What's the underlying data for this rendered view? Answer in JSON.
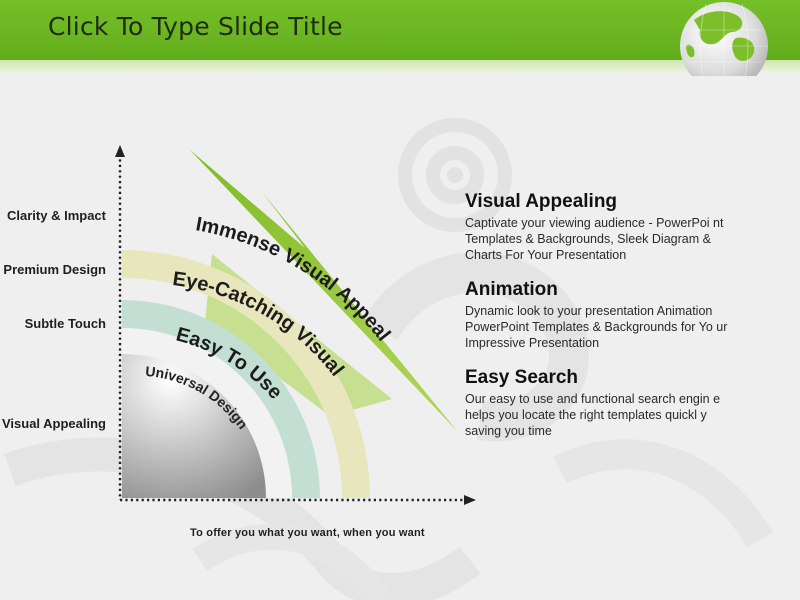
{
  "slide": {
    "title": "Click To Type Slide Title"
  },
  "diagram": {
    "y_axis_labels": [
      "Clarity & Impact",
      "Premium Design",
      "Subtle Touch",
      "Visual Appealing"
    ],
    "bands": [
      {
        "label": "Universal Design",
        "color": "#9a9a9a"
      },
      {
        "label": "Easy To Use",
        "color": "#c3dfd4"
      },
      {
        "label": "Eye-Catching Visual",
        "color": "#e8e6bd"
      },
      {
        "label": "Immense Visual Appeal",
        "color": "#c6df90"
      }
    ],
    "caption": "To offer you what you want, when you want",
    "accent_color": "#86c12c"
  },
  "sections": [
    {
      "title": "Visual Appealing",
      "text": "Captivate your viewing audience - PowerPoi nt Templates & Backgrounds, Sleek Diagram & Charts For Your Presentation"
    },
    {
      "title": "Animation",
      "text": "Dynamic look to your presentation Animation PowerPoint Templates & Backgrounds for Yo ur Impressive Presentation"
    },
    {
      "title": "Easy Search",
      "text": "Our easy to use and functional search engin e helps you locate the right templates quickl y saving you time"
    }
  ]
}
